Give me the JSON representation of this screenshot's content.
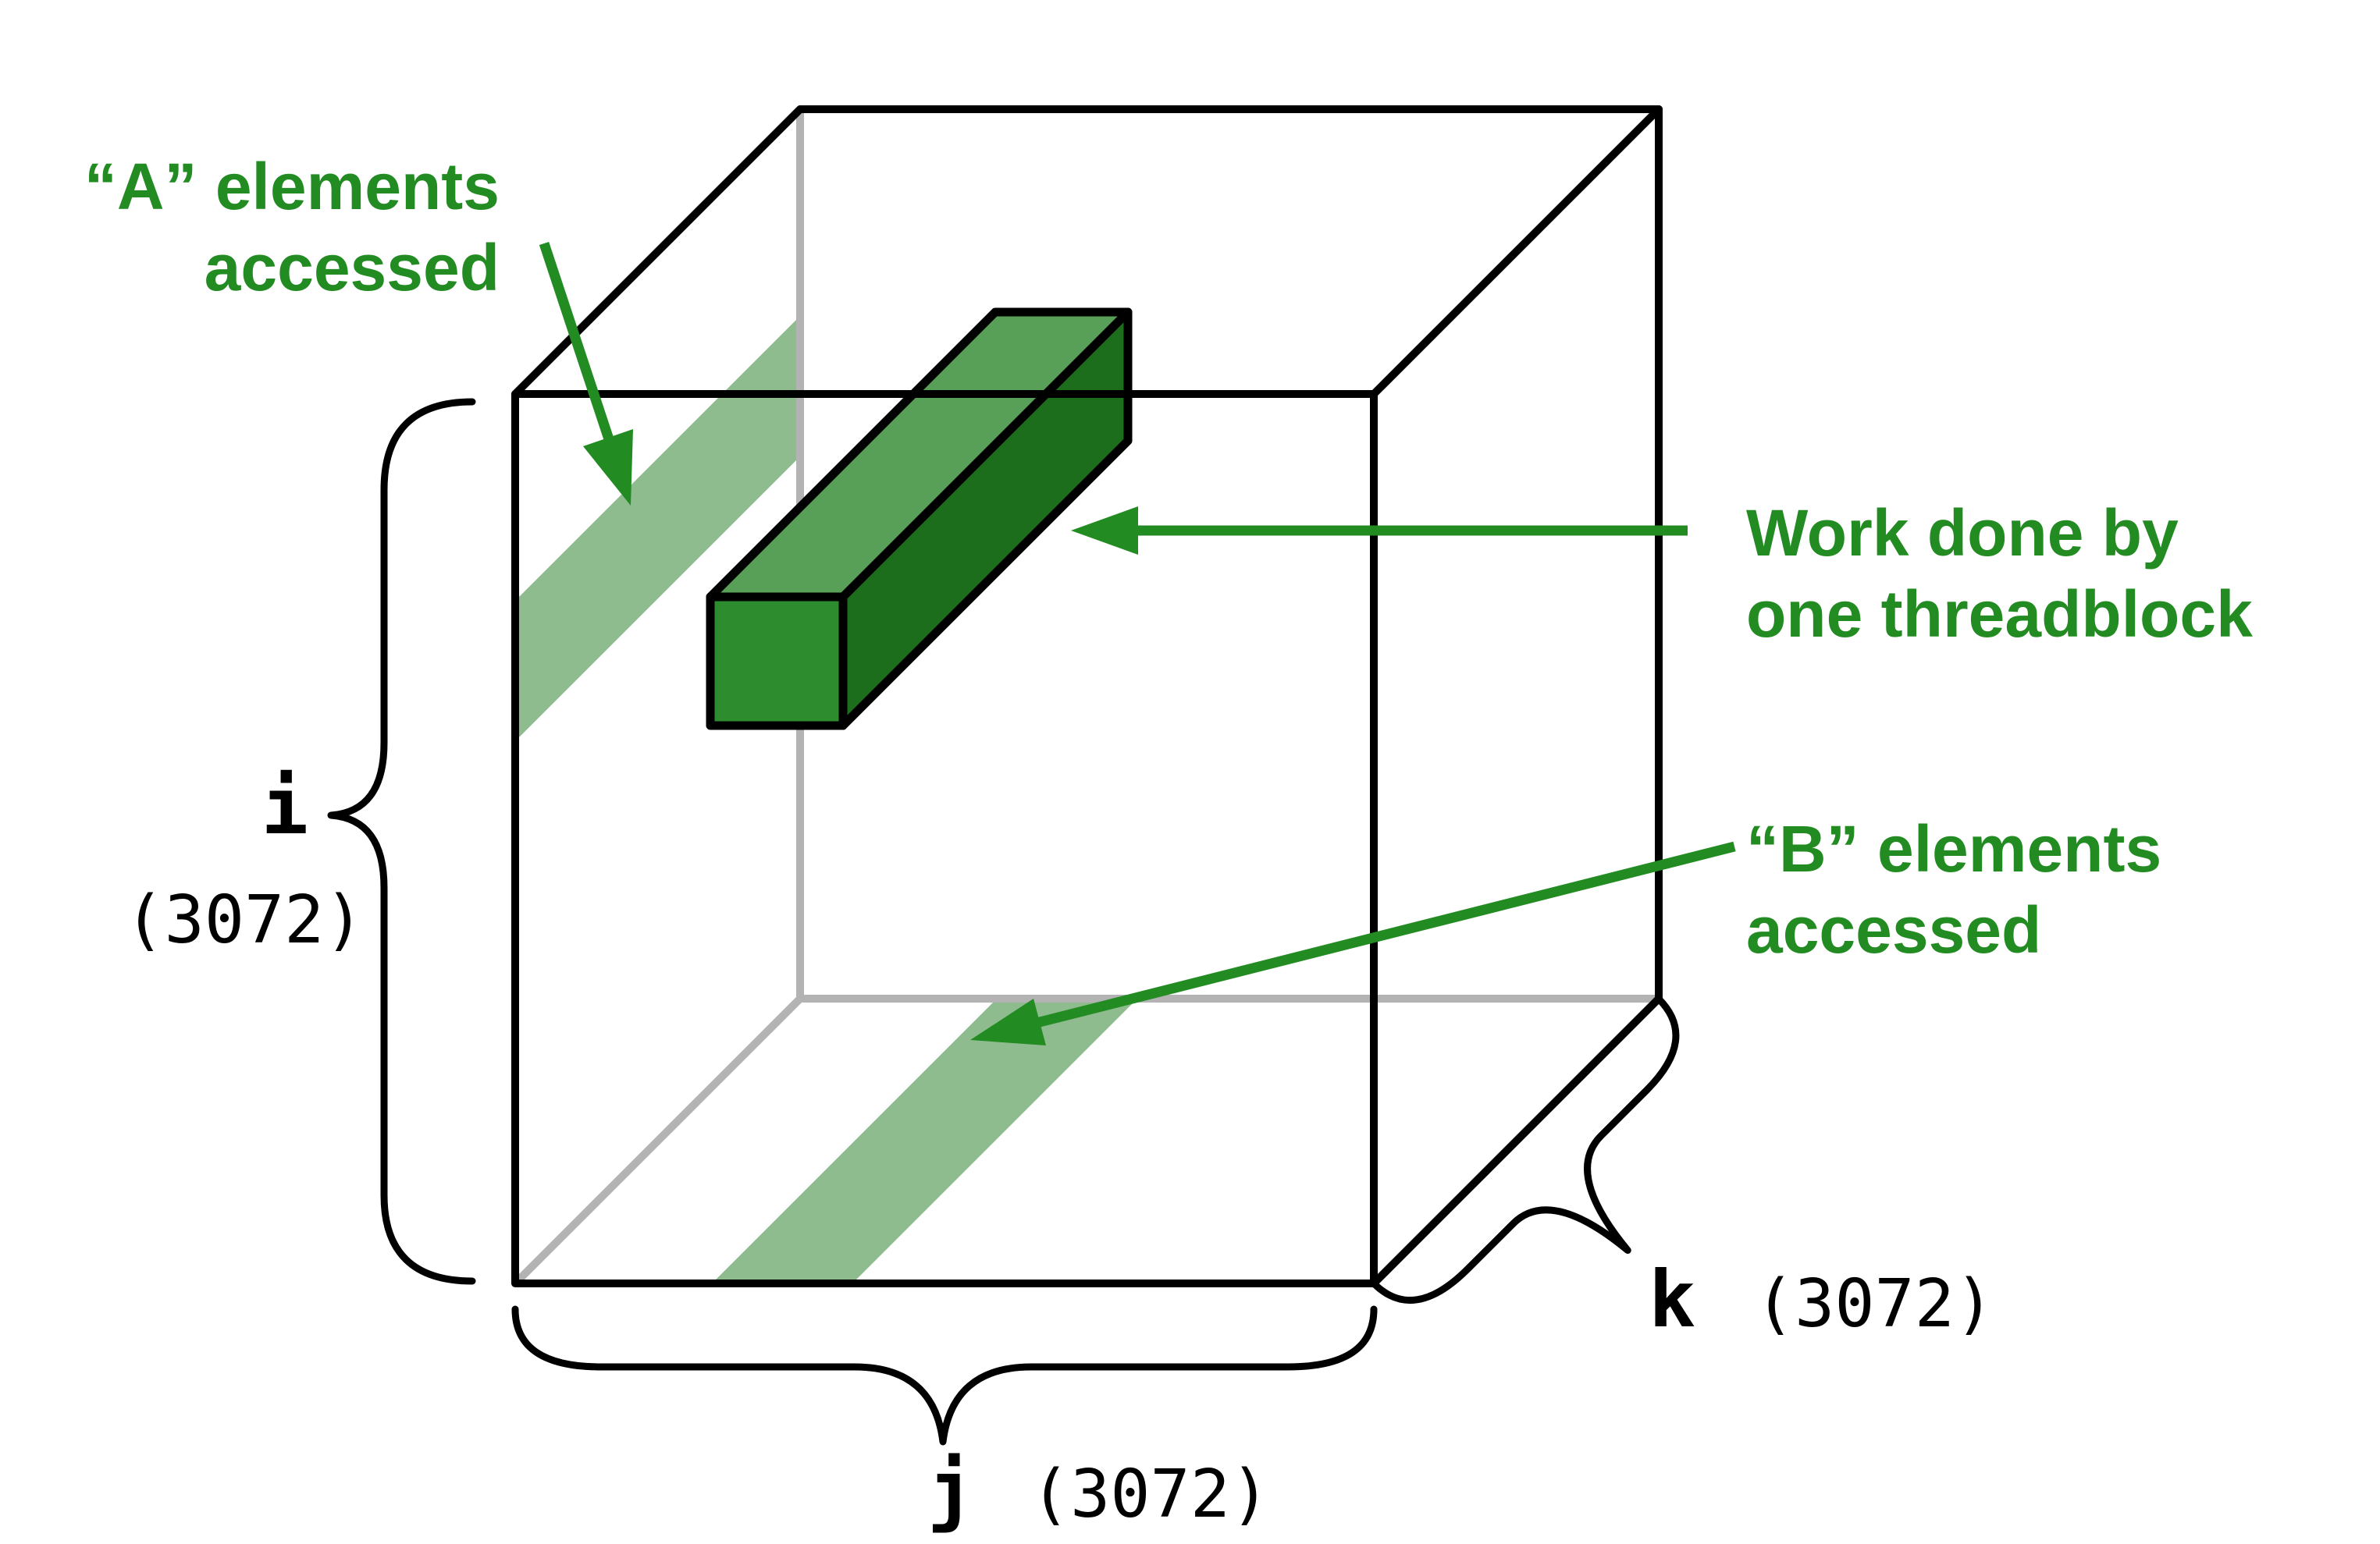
{
  "colors": {
    "green": "#228B22",
    "stripe": "#8FBC8F",
    "bar_top": "#58A058",
    "bar_front": "#2D8C2D",
    "bar_side": "#1C6D1C",
    "edge_black": "#000000",
    "edge_grey": "#B3B3B3"
  },
  "annotations": {
    "a_elements": {
      "line1": "“A” elements",
      "line2": "accessed"
    },
    "work": {
      "line1": "Work done by",
      "line2": "one threadblock"
    },
    "b_elements": {
      "line1": "“B” elements",
      "line2": "accessed"
    }
  },
  "axes": {
    "i": {
      "label": "i",
      "size": "(3072)"
    },
    "j": {
      "label": "j",
      "size": "(3072)"
    },
    "k": {
      "label": "k",
      "size": "(3072)"
    }
  }
}
